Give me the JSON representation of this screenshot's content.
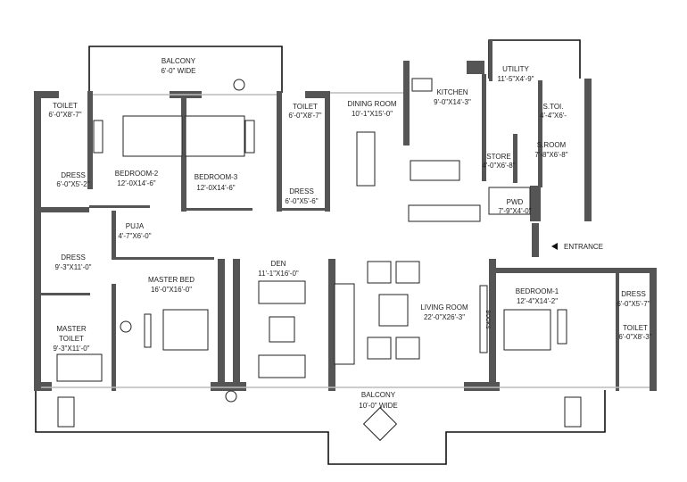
{
  "rooms": {
    "balcony_top": {
      "name": "BALCONY",
      "size": "6'-0\" WIDE"
    },
    "toilet_left": {
      "name": "TOILET",
      "size": "6'-0\"X8'-7\""
    },
    "dress_left": {
      "name": "DRESS",
      "size": "6'-0\"X5'-2\""
    },
    "bedroom_2": {
      "name": "BEDROOM-2",
      "size": "12'-0X14'-6\""
    },
    "bedroom_3": {
      "name": "BEDROOM-3",
      "size": "12'-0X14'-6\""
    },
    "toilet_mid": {
      "name": "TOILET",
      "size": "6'-0\"X8'-7\""
    },
    "dress_mid": {
      "name": "DRESS",
      "size": "6'-0\"X5'-6\""
    },
    "dining": {
      "name": "DINING ROOM",
      "size": "10'-1\"X15'-0\""
    },
    "kitchen": {
      "name": "KITCHEN",
      "size": "9'-0\"X14'-3\""
    },
    "utility": {
      "name": "UTILITY",
      "size": "11'-5\"X4'-9\""
    },
    "s_toilet": {
      "name": "S.TOI.",
      "size": "4'-4\"X6'-"
    },
    "s_room": {
      "name": "S.ROOM",
      "size": "7'-8\"X6'-8\""
    },
    "store": {
      "name": "STORE",
      "size": "4'-0\"X6'-8\""
    },
    "pwd": {
      "name": "PWD",
      "size": "7'-9\"X4'-0\""
    },
    "puja": {
      "name": "PUJA",
      "size": "4'-7\"X6'-0\""
    },
    "dress_master": {
      "name": "DRESS",
      "size": "9'-3\"X11'-0\""
    },
    "master_bed": {
      "name": "MASTER BED",
      "size": "16'-0\"X16'-0\""
    },
    "den": {
      "name": "DEN",
      "size": "11'-1\"X16'-0\""
    },
    "master_toilet": {
      "name": "MASTER",
      "name2": "TOILET",
      "size": "9'-3\"X11'-0\""
    },
    "living": {
      "name": "LIVING ROOM",
      "size": "22'-0\"X26'-3\""
    },
    "bedroom_1": {
      "name": "BEDROOM-1",
      "size": "12'-4\"X14'-2\""
    },
    "dress_right": {
      "name": "DRESS",
      "size": "6'-0\"X5'-7\""
    },
    "toilet_right": {
      "name": "TOILET",
      "size": "6'-0\"X8'-3\""
    },
    "balcony_bottom": {
      "name": "BALCONY",
      "size": "10'-0\" WIDE"
    }
  },
  "labels": {
    "entrance": "ENTRANCE",
    "books": "BOOKS"
  },
  "colors": {
    "wall": "#555555",
    "line": "#222222"
  }
}
